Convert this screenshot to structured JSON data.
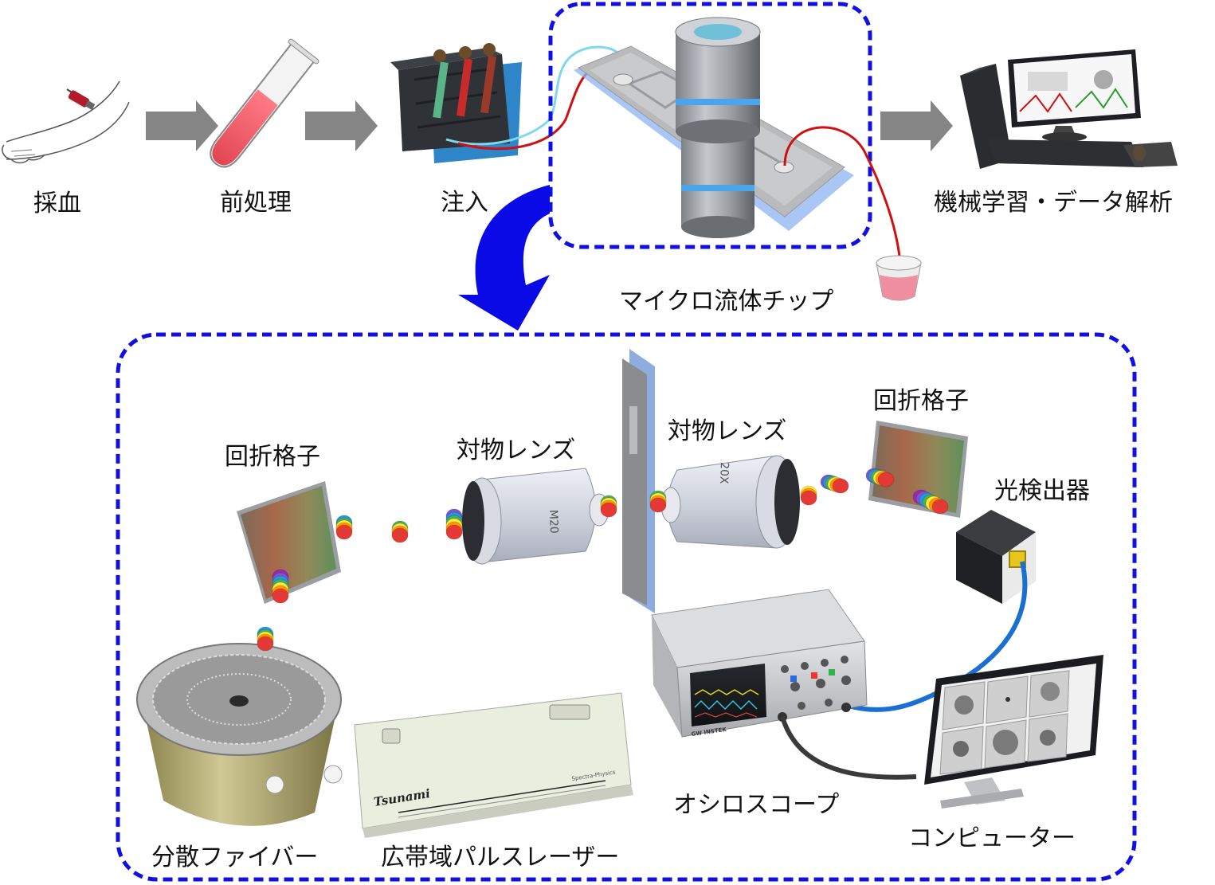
{
  "labels": {
    "blood_sampling": "採血",
    "pretreatment": "前処理",
    "injection": "注入",
    "ml_analysis": "機械学習・データ解析",
    "microfluidic_chip": "マイクロ流体チップ",
    "grating_left": "回折格子",
    "objective_left": "対物レンズ",
    "objective_right": "対物レンズ",
    "grating_right": "回折格子",
    "photodetector": "光検出器",
    "dispersive_fiber": "分散ファイバー",
    "broadband_laser": "広帯域パルスレーザー",
    "oscilloscope": "オシロスコープ",
    "computer": "コンピューター"
  },
  "device_text": {
    "laser_brand": "Tsunami",
    "laser_maker": "Spectra-Physics",
    "objective_mark_left": "M20",
    "objective_mark_right": "20X",
    "scope_brand": "GW INSTEK"
  },
  "colors": {
    "dashed_box": "#1010e0",
    "big_arrow": "#0a0ae6",
    "flow_arrow": "#858585",
    "tube_red": "#d01010",
    "tube_cyan": "#7fd8ee",
    "cable_blue": "#1a6fd0",
    "cable_black": "#3a3a3a",
    "blood": "#f0636f"
  },
  "rainbow": [
    "#e53935",
    "#ff9800",
    "#ffeb3b",
    "#4caf50",
    "#2196f3",
    "#7e57c2",
    "#9c27b0"
  ]
}
